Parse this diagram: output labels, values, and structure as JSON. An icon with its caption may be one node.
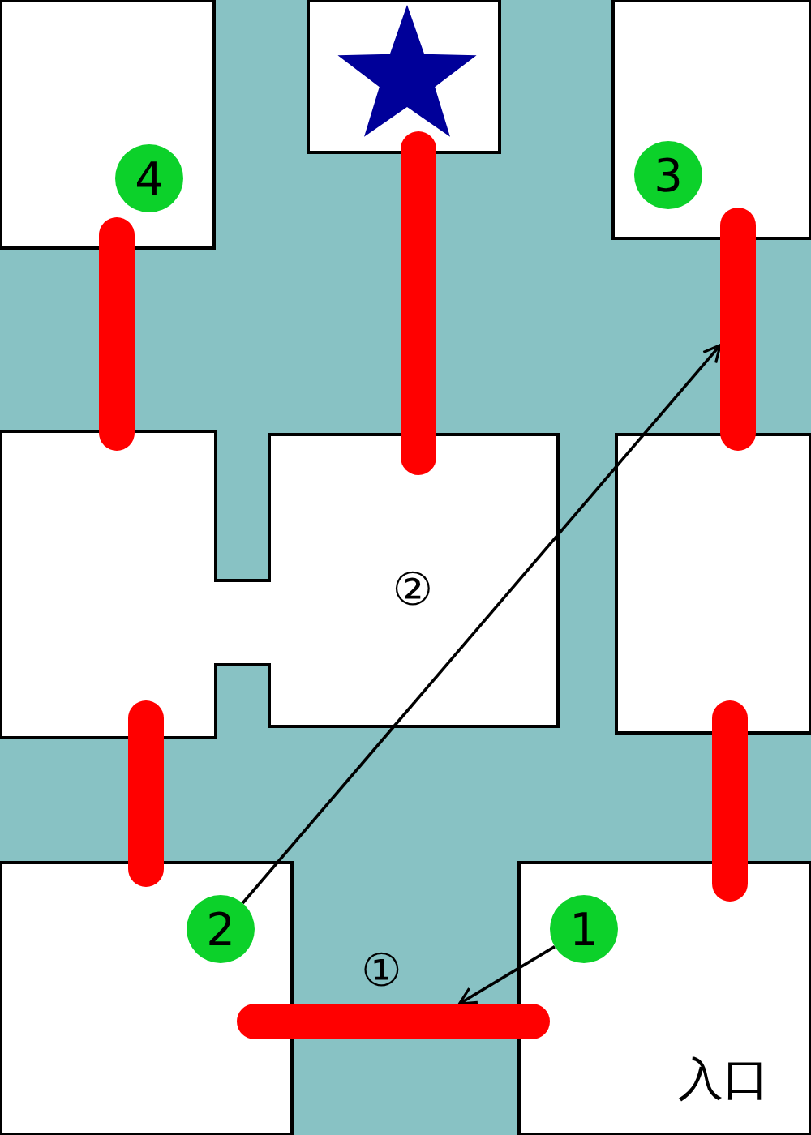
{
  "diagram": {
    "nodes": [
      {
        "text": [
          "4"
        ]
      },
      {
        "text": [
          "3"
        ]
      },
      {
        "text": [],
        "shape": "bar"
      },
      {
        "text": [
          "2"
        ]
      },
      {
        "text": [
          "1"
        ]
      },
      {
        "text": [],
        "shape": "bar"
      }
    ],
    "edges": [
      {
        "from": 4,
        "to": 5,
        "arrow": "to",
        "label": "①"
      },
      {
        "from": 3,
        "to": 2,
        "arrow": "to",
        "label": "②"
      }
    ],
    "labels": [
      "入口"
    ]
  }
}
